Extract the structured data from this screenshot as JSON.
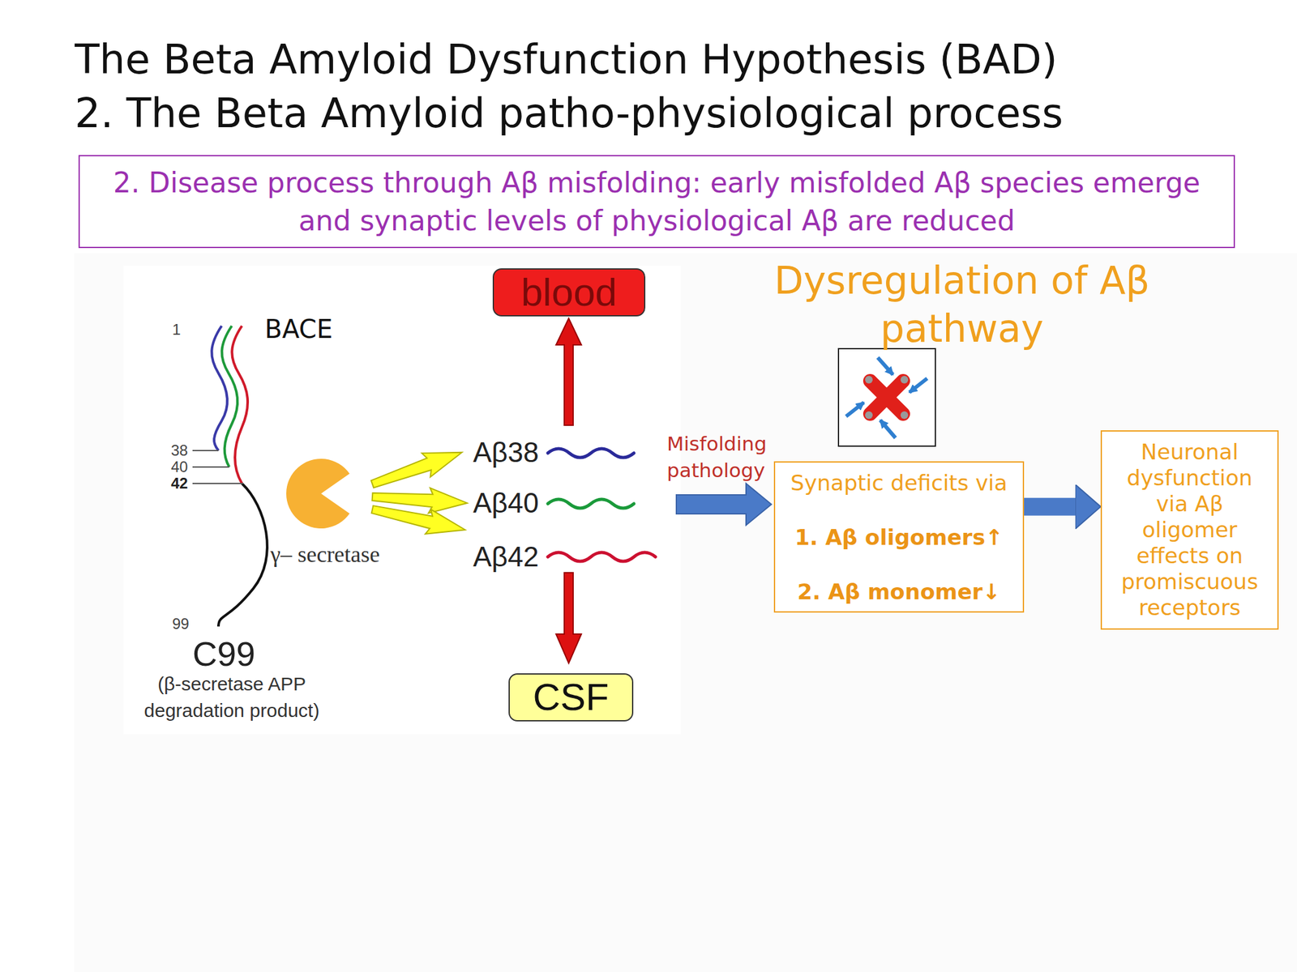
{
  "diagram": {
    "title": "The Beta Amyloid Dysfunction Hypothesis (BAD) 2. The Beta Amyloid patho-physiological process",
    "nodes": [
      {
        "text": [
          "2. Disease process through Aβ misfolding: early misfolded Aβ species emerge and synaptic levels of physiological Aβ are reduced"
        ]
      },
      {
        "text": [
          "blood"
        ]
      },
      {
        "text": [
          "Synaptic deficits via",
          "1. Aβ oligomers↑",
          "2. Aβ monomer↓"
        ]
      },
      {
        "text": [
          "Neuronal dysfunction via Aβ oligomer effects on promiscuous receptors"
        ]
      },
      {
        "text": [
          "CSF"
        ]
      }
    ],
    "edges": [
      {
        "from": 2,
        "to": 3,
        "arrow": "to"
      }
    ],
    "labels": [
      "Dysregulation of Aβ pathway",
      "1",
      "BACE",
      "38",
      "40",
      "42",
      "Aβ38",
      "Aβ40",
      "Aβ42",
      "Misfolding pathology",
      "γ– secretase",
      "99",
      "C99",
      "(β-secretase APP degradation product)"
    ]
  }
}
